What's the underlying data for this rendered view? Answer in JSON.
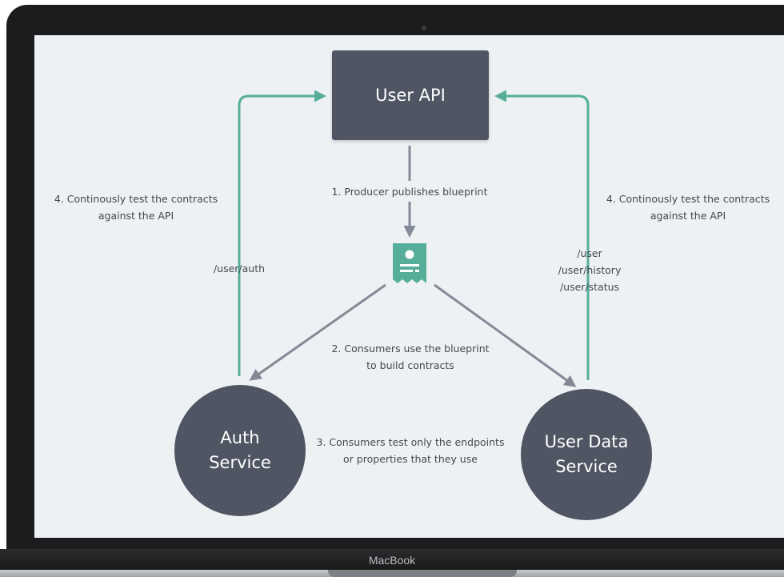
{
  "device": {
    "brand_label": "MacBook"
  },
  "nodes": {
    "user_api": "User API",
    "auth_service": "Auth\nService",
    "user_data_service": "User Data\nService"
  },
  "labels": {
    "step1": "1. Producer publishes blueprint",
    "step2": "2. Consumers use the blueprint\nto build contracts",
    "step3": "3. Consumers test only the endpoints\nor properties that they use",
    "step4_left": "4. Continously test the contracts\nagainst the API",
    "step4_right": "4. Continously test the contracts\nagainst the API",
    "auth_endpoints": "/user/auth",
    "user_endpoints": "/user\n/user/history\n/user/status"
  },
  "colors": {
    "node_fill": "#4f5563",
    "contract_arrow": "#56ad9a",
    "flow_arrow": "#838a96",
    "background": "#eef1f4"
  },
  "icons": {
    "blueprint": "blueprint-document-icon"
  }
}
